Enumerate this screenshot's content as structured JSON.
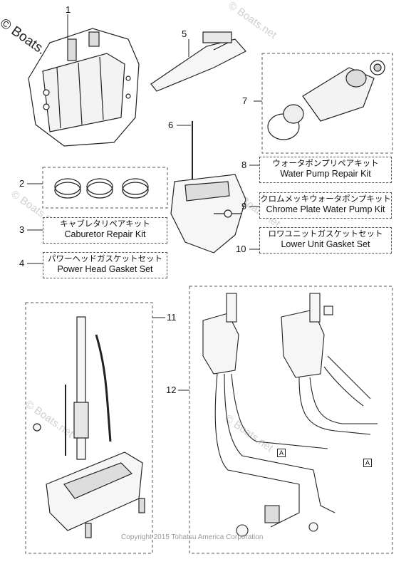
{
  "watermark": {
    "main": "© Boats.net",
    "faint": "© Boats.net"
  },
  "callouts": [
    "1",
    "2",
    "3",
    "4",
    "5",
    "6",
    "7",
    "8",
    "9",
    "10",
    "11",
    "12"
  ],
  "parts": {
    "p3": {
      "jp": "キャブレタリペアキット",
      "en": "Caburetor Repair Kit"
    },
    "p4": {
      "jp": "パワーヘッドガスケットセット",
      "en": "Power Head Gasket Set"
    },
    "p8": {
      "jp": "ウォータポンプリペアキット",
      "en": "Water Pump Repair Kit"
    },
    "p9": {
      "jp": "クロムメッキウォータポンプキット",
      "en": "Chrome Plate Water Pump Kit"
    },
    "p10": {
      "jp": "ロワユニットガスケットセット",
      "en": "Lower Unit Gasket Set"
    }
  },
  "harness_letters": [
    "A",
    "A"
  ],
  "copyright": "Copyright 2015 Tohatsu America Corporation"
}
